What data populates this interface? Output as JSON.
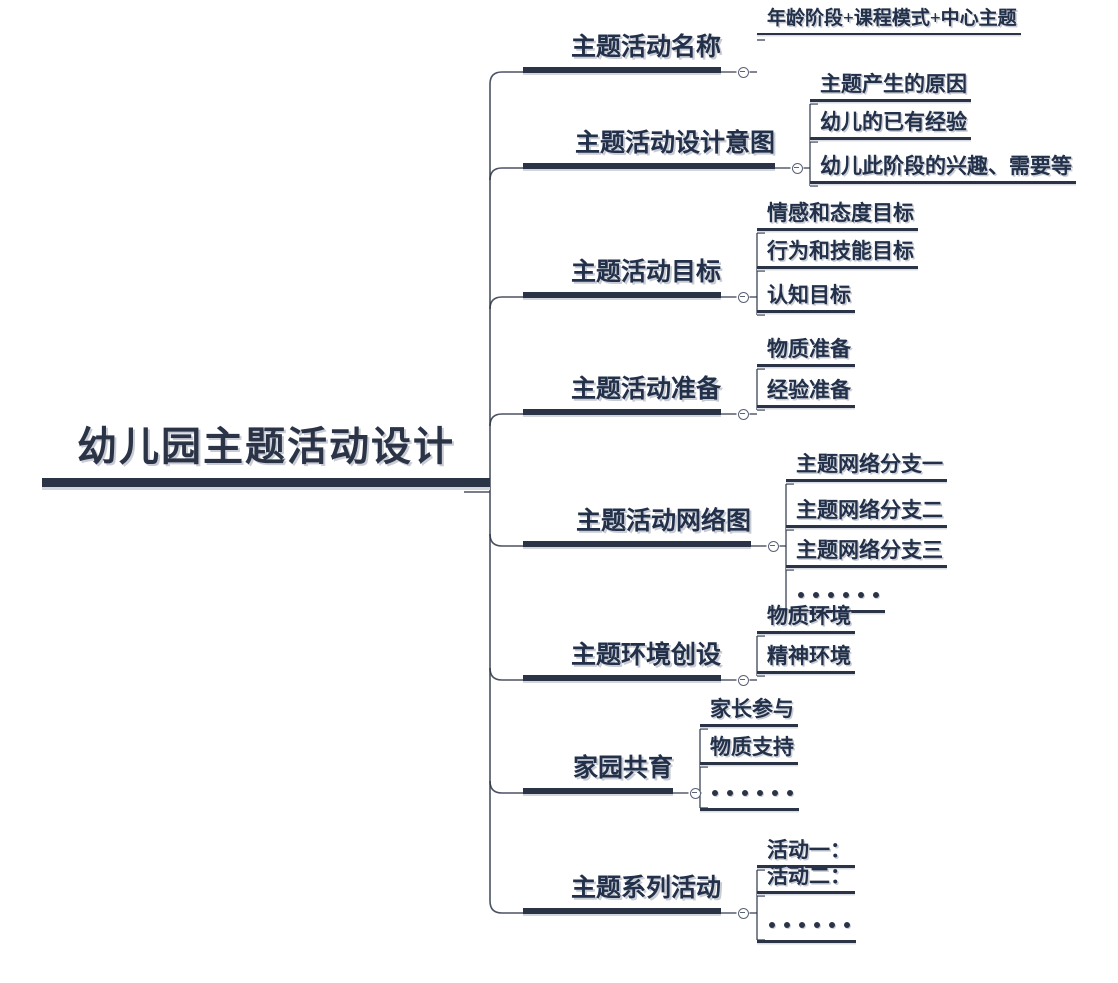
{
  "diagram": {
    "type": "mind-map",
    "title": "幼儿园主题活动设计",
    "orientation": "left-root-right-branches",
    "colors": {
      "line": "#2b3447",
      "text": "#22304a",
      "shadow": "#c9ccd4",
      "background": "#ffffff"
    }
  },
  "root": {
    "label": "幼儿园主题活动设计"
  },
  "branches": [
    {
      "label": "主题活动名称",
      "toggle": "collapse-toggle",
      "children": [
        {
          "label": "年龄阶段+课程模式+中心主题",
          "kind": "text"
        }
      ]
    },
    {
      "label": "主题活动设计意图",
      "toggle": "collapse-toggle",
      "children": [
        {
          "label": "主题产生的原因",
          "kind": "text"
        },
        {
          "label": "幼儿的已有经验",
          "kind": "text"
        },
        {
          "label": "幼儿此阶段的兴趣、需要等",
          "kind": "text"
        }
      ]
    },
    {
      "label": "主题活动目标",
      "toggle": "collapse-toggle",
      "children": [
        {
          "label": "情感和态度目标",
          "kind": "text"
        },
        {
          "label": "行为和技能目标",
          "kind": "text"
        },
        {
          "label": "认知目标",
          "kind": "text"
        }
      ]
    },
    {
      "label": "主题活动准备",
      "toggle": "collapse-toggle",
      "children": [
        {
          "label": "物质准备",
          "kind": "text"
        },
        {
          "label": "经验准备",
          "kind": "text"
        }
      ]
    },
    {
      "label": "主题活动网络图",
      "toggle": "collapse-toggle",
      "children": [
        {
          "label": "主题网络分支一",
          "kind": "text"
        },
        {
          "label": "主题网络分支二",
          "kind": "text"
        },
        {
          "label": "主题网络分支三",
          "kind": "text"
        },
        {
          "label": "……",
          "kind": "dots"
        }
      ]
    },
    {
      "label": "主题环境创设",
      "toggle": "collapse-toggle",
      "children": [
        {
          "label": "物质环境",
          "kind": "text"
        },
        {
          "label": "精神环境",
          "kind": "text"
        }
      ]
    },
    {
      "label": "家园共育",
      "toggle": "collapse-toggle",
      "children": [
        {
          "label": "家长参与",
          "kind": "text"
        },
        {
          "label": "物质支持",
          "kind": "text"
        },
        {
          "label": "……",
          "kind": "dots"
        }
      ]
    },
    {
      "label": "主题系列活动",
      "toggle": "collapse-toggle",
      "children": [
        {
          "label": "活动一：",
          "kind": "text"
        },
        {
          "label": "活动二：",
          "kind": "text"
        },
        {
          "label": "……",
          "kind": "dots"
        }
      ]
    }
  ]
}
